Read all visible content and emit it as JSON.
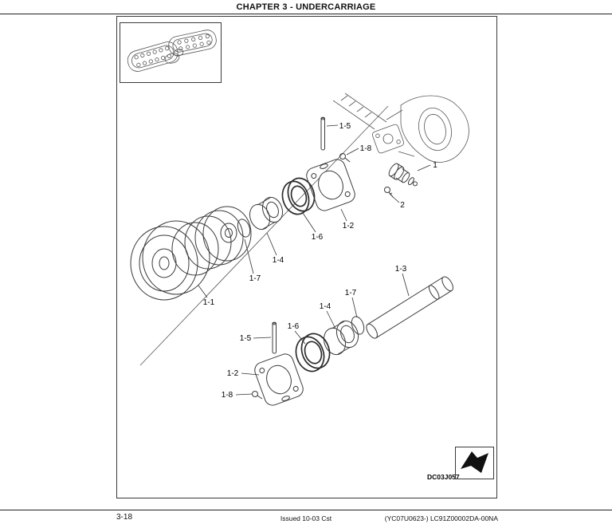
{
  "header": {
    "chapter": "CHAPTER 3 - UNDERCARRIAGE"
  },
  "diagram": {
    "code": "DC03J057",
    "callouts": [
      "1-5",
      "1-8",
      "1",
      "2",
      "1-2",
      "1-6",
      "1-4",
      "1-7",
      "1-1",
      "1-3",
      "1-7",
      "1-4",
      "1-6",
      "1-5",
      "1-2",
      "1-8"
    ],
    "icons": {
      "page_arrow": "page-turn-arrow"
    },
    "colors": {
      "ink": "#3a3a3a",
      "paper": "#ffffff",
      "arrow_fill": "#111111"
    }
  },
  "footer": {
    "page_number": "3-18",
    "issued": "Issued 10-03   Cst",
    "doc_code": "(YC07U0623-)   LC91Z00002DA-00NA"
  }
}
